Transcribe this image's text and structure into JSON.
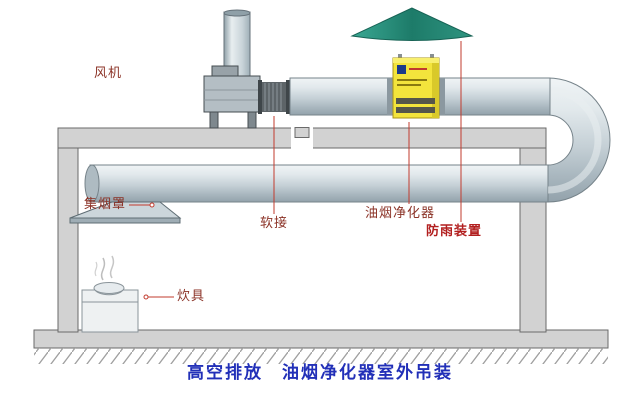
{
  "diagram": {
    "kind": "kitchen-exhaust-installation-diagram",
    "title": "高空排放　油烟净化器室外吊装",
    "labels": {
      "fan": "风机",
      "hood": "集烟罩",
      "flex_joint": "软接",
      "purifier": "油烟净化器",
      "rain_device": "防雨装置",
      "cookware": "炊具"
    },
    "colors": {
      "background": "#ffffff",
      "wall_gray": "#d2d2d2",
      "duct_light": "#e2e9ec",
      "duct_dark": "#93a2ab",
      "purifier_yellow": "#f3e43c",
      "rain_cap_teal": "#1d7b69",
      "leader_line_red": "#c23b2e",
      "label_maroon": "#8b3226",
      "rain_label_red": "#b21f1f",
      "title_blue": "#2230b8"
    }
  }
}
